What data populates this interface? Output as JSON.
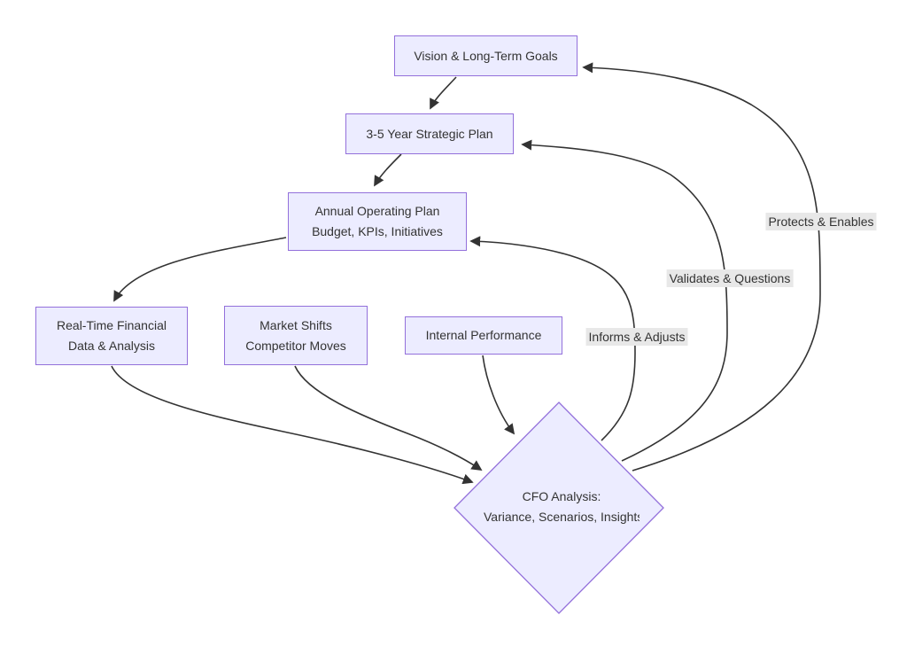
{
  "diagram": {
    "type": "flowchart",
    "nodes": {
      "vision": {
        "label": "Vision & Long-Term Goals"
      },
      "strategic": {
        "label": "3-5 Year Strategic Plan"
      },
      "aop": {
        "line1": "Annual Operating Plan",
        "line2": "Budget, KPIs, Initiatives"
      },
      "realtime": {
        "line1": "Real-Time Financial",
        "line2": "Data & Analysis"
      },
      "market": {
        "line1": "Market Shifts",
        "line2": "Competitor Moves"
      },
      "internal": {
        "label": "Internal Performance"
      },
      "cfo": {
        "line1": "CFO Analysis:",
        "line2": "Variance, Scenarios, Insights"
      }
    },
    "edge_labels": {
      "informs": "Informs & Adjusts",
      "validates": "Validates & Questions",
      "protects": "Protects & Enables"
    },
    "edges": [
      {
        "from": "vision",
        "to": "strategic",
        "label": ""
      },
      {
        "from": "strategic",
        "to": "aop",
        "label": ""
      },
      {
        "from": "aop",
        "to": "realtime",
        "label": ""
      },
      {
        "from": "realtime",
        "to": "cfo",
        "label": ""
      },
      {
        "from": "market",
        "to": "cfo",
        "label": ""
      },
      {
        "from": "internal",
        "to": "cfo",
        "label": ""
      },
      {
        "from": "cfo",
        "to": "aop",
        "label": "Informs & Adjusts"
      },
      {
        "from": "cfo",
        "to": "strategic",
        "label": "Validates & Questions"
      },
      {
        "from": "cfo",
        "to": "vision",
        "label": "Protects & Enables"
      }
    ],
    "colors": {
      "node_fill": "#ECECFF",
      "node_border": "#9370DB",
      "edge_line": "#333333",
      "edge_label_bg": "#E8E8E8",
      "text": "#333333",
      "background": "#FFFFFF"
    }
  }
}
